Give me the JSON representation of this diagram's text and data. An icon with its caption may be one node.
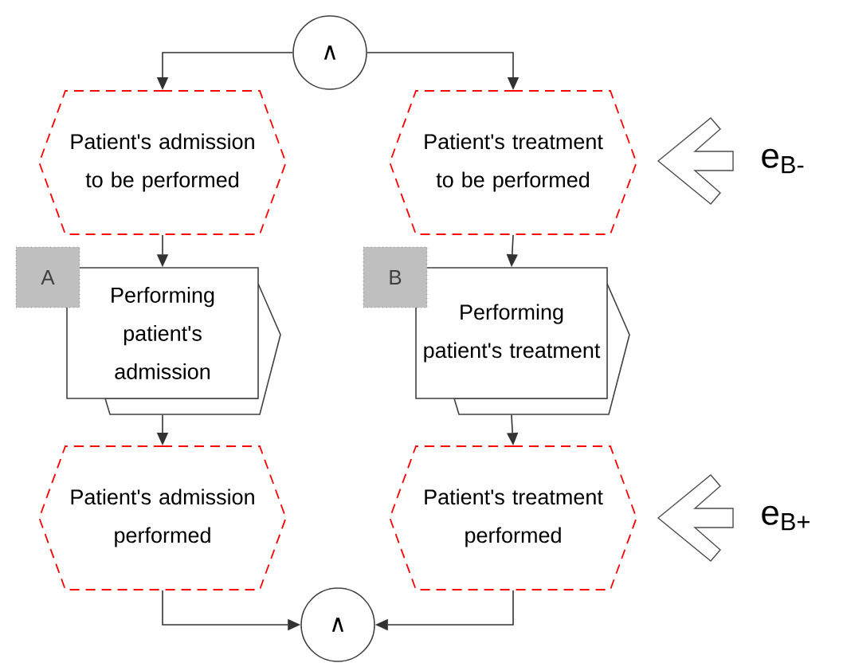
{
  "diagram": {
    "nodes": [
      {
        "text": [
          "∧"
        ]
      },
      {
        "text": [
          "Patient's admission to be performed"
        ]
      },
      {
        "text": [
          "Patient's treatment to be performed"
        ]
      },
      {
        "text": [
          "A"
        ]
      },
      {
        "text": [
          "Performing patient's admission"
        ]
      },
      {
        "text": [
          "B"
        ]
      },
      {
        "text": [
          "Performing patient's treatment"
        ]
      },
      {
        "text": [
          "Patient's admission performed"
        ]
      },
      {
        "text": [
          "Patient's treatment performed"
        ]
      },
      {
        "text": [
          "∧"
        ]
      }
    ],
    "edges": [
      {
        "from": 0,
        "to": 1,
        "arrow": "to"
      },
      {
        "from": 0,
        "to": 2,
        "arrow": "to"
      },
      {
        "from": 1,
        "to": 4,
        "arrow": "to"
      },
      {
        "from": 2,
        "to": 6,
        "arrow": "to"
      },
      {
        "from": 4,
        "to": 7,
        "arrow": "to"
      },
      {
        "from": 6,
        "to": 8,
        "arrow": "to"
      },
      {
        "from": 7,
        "to": 9,
        "arrow": "to"
      },
      {
        "from": 8,
        "to": 9,
        "arrow": "to"
      }
    ],
    "labels": [
      "e$_{B-}$",
      "e$_{B+}$"
    ]
  }
}
